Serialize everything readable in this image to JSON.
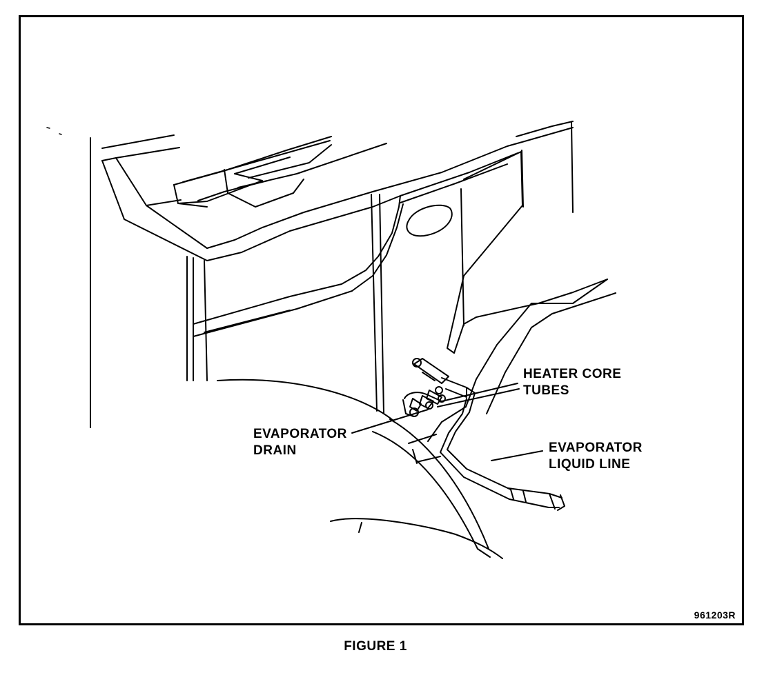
{
  "figure": {
    "caption": "FIGURE 1",
    "code": "961203R",
    "colors": {
      "ink": "#000000",
      "paper": "#ffffff"
    }
  },
  "callouts": {
    "heater_core_tubes": {
      "line1": "HEATER CORE",
      "line2": "TUBES"
    },
    "evaporator_drain": {
      "line1": "EVAPORATOR",
      "line2": "DRAIN"
    },
    "evaporator_liquid_line": {
      "line1": "EVAPORATOR",
      "line2": "LIQUID LINE"
    }
  }
}
